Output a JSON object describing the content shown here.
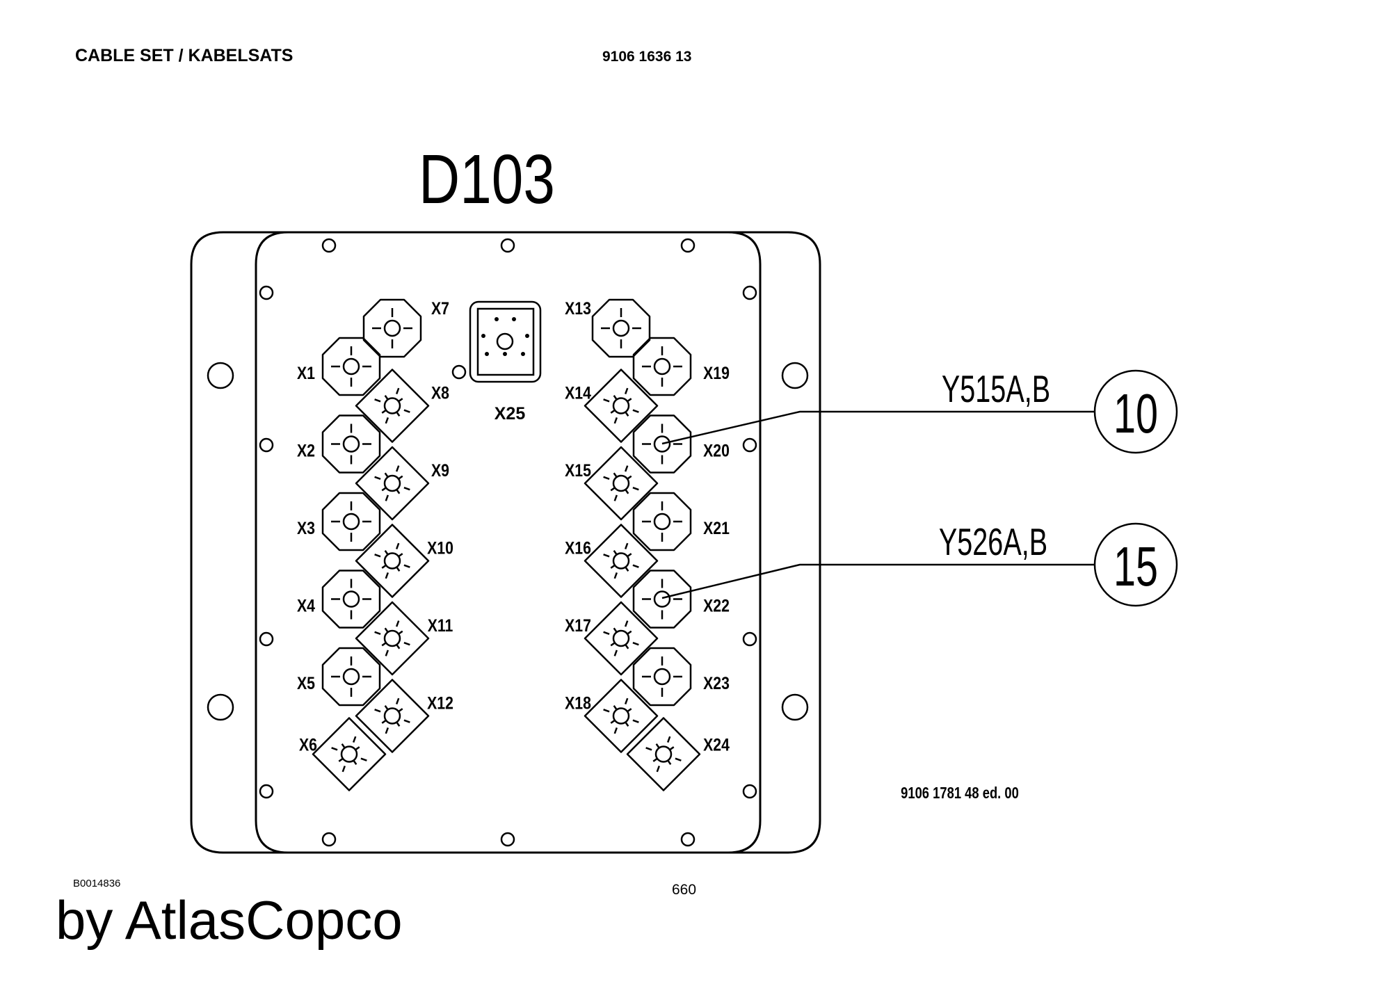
{
  "header": {
    "title": "CABLE SET / KABELSATS",
    "part_number": "9106 1636 13"
  },
  "diagram": {
    "unit_name": "D103",
    "drawing_number": "9106 1781 48 ed. 00",
    "connectors": {
      "left_outer": [
        {
          "id": "X1",
          "shape": "octagon"
        },
        {
          "id": "X2",
          "shape": "octagon"
        },
        {
          "id": "X3",
          "shape": "octagon"
        },
        {
          "id": "X4",
          "shape": "octagon"
        },
        {
          "id": "X5",
          "shape": "octagon"
        },
        {
          "id": "X6",
          "shape": "diamond"
        }
      ],
      "left_inner": [
        {
          "id": "X7",
          "shape": "octagon"
        },
        {
          "id": "X8",
          "shape": "diamond"
        },
        {
          "id": "X9",
          "shape": "diamond"
        },
        {
          "id": "X10",
          "shape": "diamond"
        },
        {
          "id": "X11",
          "shape": "diamond"
        },
        {
          "id": "X12",
          "shape": "diamond"
        }
      ],
      "right_inner": [
        {
          "id": "X13",
          "shape": "octagon"
        },
        {
          "id": "X14",
          "shape": "diamond"
        },
        {
          "id": "X15",
          "shape": "diamond"
        },
        {
          "id": "X16",
          "shape": "diamond"
        },
        {
          "id": "X17",
          "shape": "diamond"
        },
        {
          "id": "X18",
          "shape": "diamond"
        }
      ],
      "right_outer": [
        {
          "id": "X19",
          "shape": "octagon"
        },
        {
          "id": "X20",
          "shape": "octagon"
        },
        {
          "id": "X21",
          "shape": "octagon"
        },
        {
          "id": "X22",
          "shape": "octagon"
        },
        {
          "id": "X23",
          "shape": "octagon"
        },
        {
          "id": "X24",
          "shape": "diamond"
        }
      ],
      "center": {
        "id": "X25",
        "shape": "rectangular"
      }
    },
    "callouts": [
      {
        "item_number": "10",
        "reference": "Y515A,B",
        "connector": "X20"
      },
      {
        "item_number": "15",
        "reference": "Y526A,B",
        "connector": "X22"
      }
    ]
  },
  "footer": {
    "drawing_code": "B0014836",
    "watermark": "by AtlasCopco",
    "page_number": "660"
  }
}
